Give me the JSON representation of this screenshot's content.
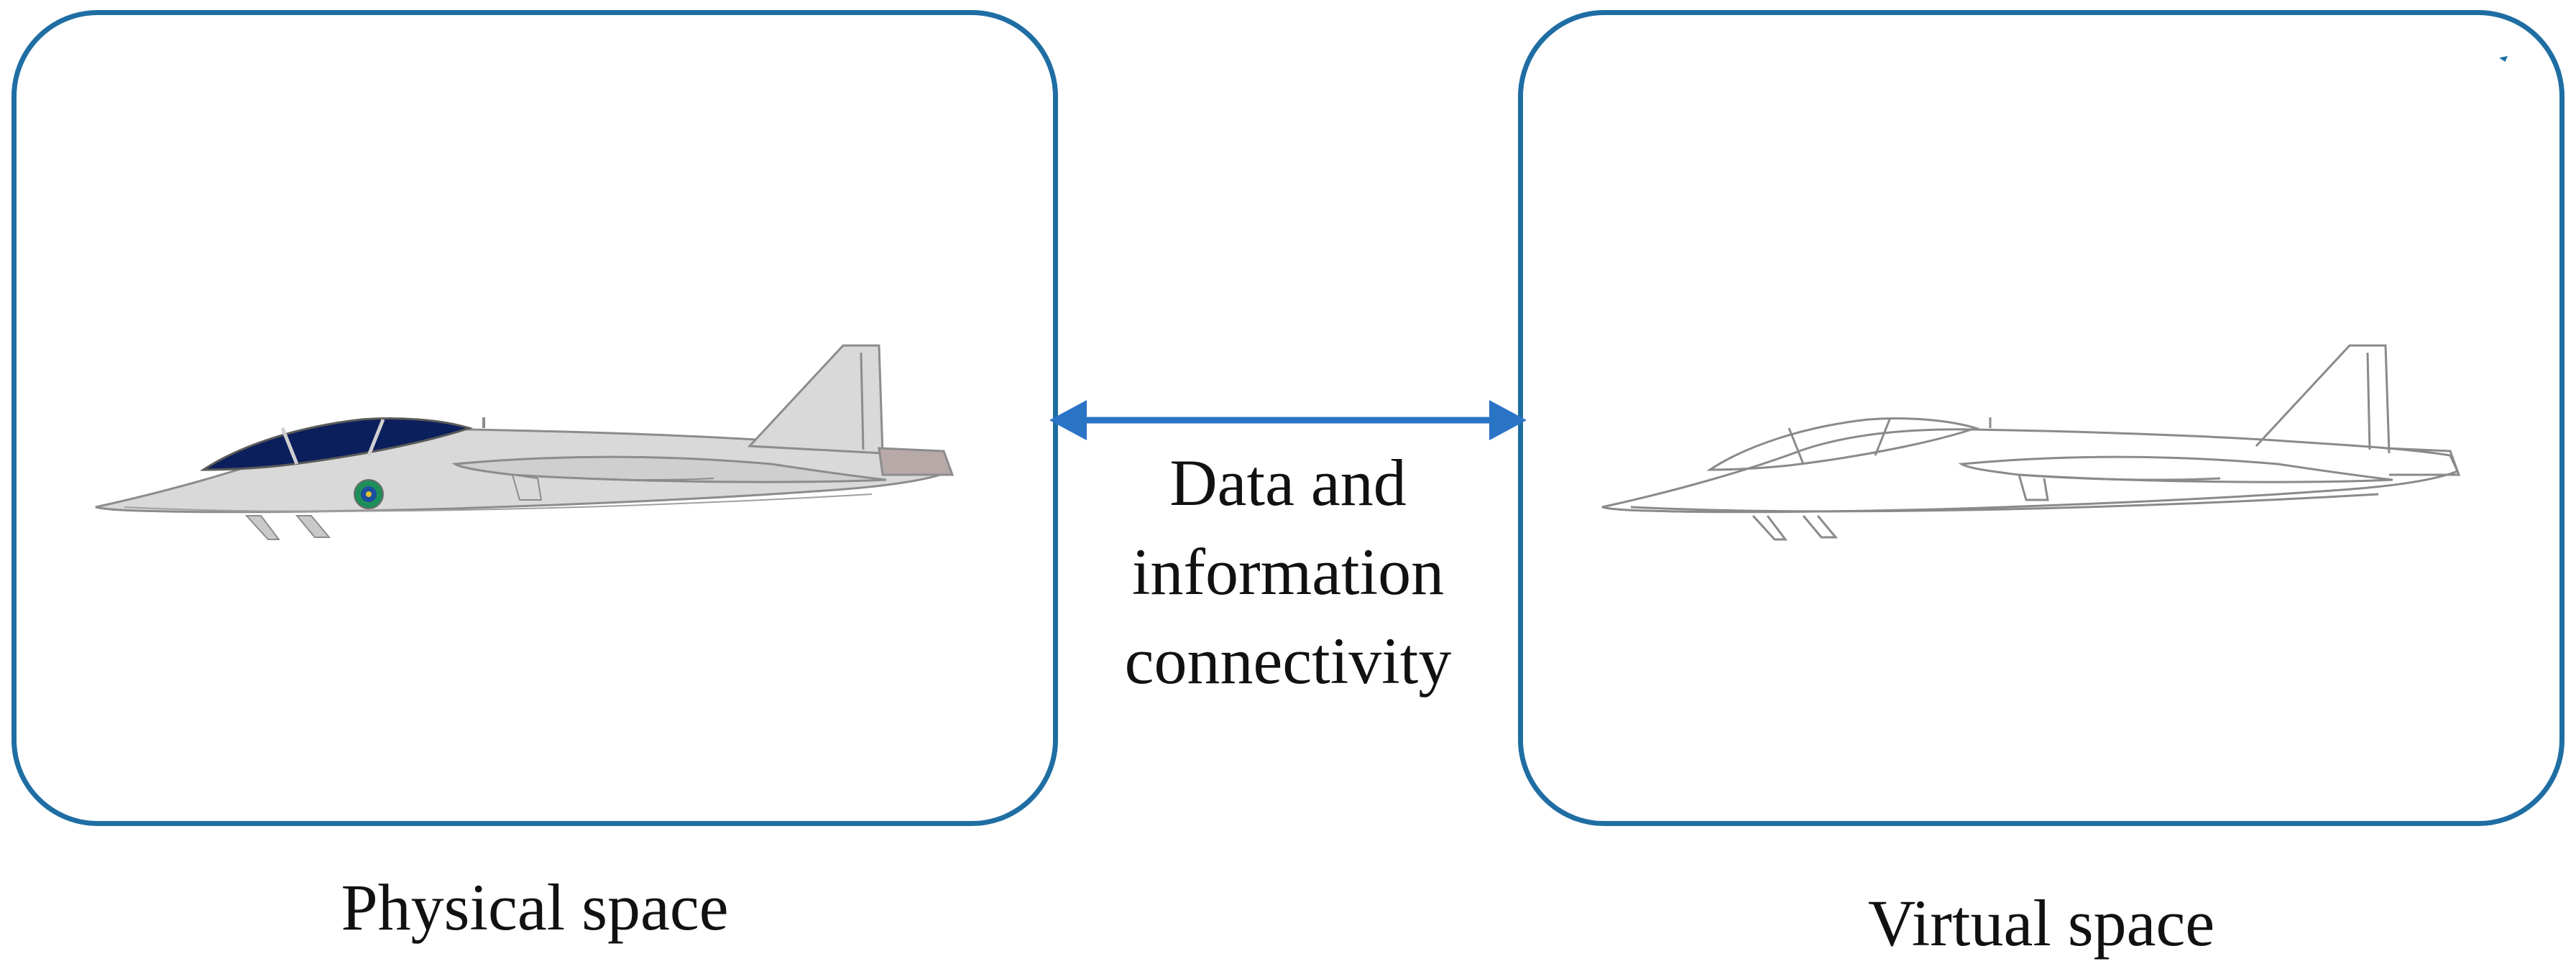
{
  "diagram": {
    "physical_caption": "Physical space",
    "virtual_caption": "Virtual space",
    "connector_label_lines": [
      "Data and",
      "information",
      "connectivity"
    ]
  },
  "colors": {
    "panel_border": "#1f6ea3",
    "arrow": "#2a74c6",
    "plane_fill": "#d9d9d9",
    "plane_outline": "#8c8c8c",
    "canopy": "#0b1f5c",
    "roundel_outer": "#1f8f5a",
    "roundel_inner": "#1b4ea0",
    "virtual_outline": "#8a8a8a"
  },
  "icons": {
    "physical": "jet-aircraft-icon",
    "virtual": "jet-aircraft-wireframe-icon",
    "connector": "double-headed-arrow-icon"
  }
}
